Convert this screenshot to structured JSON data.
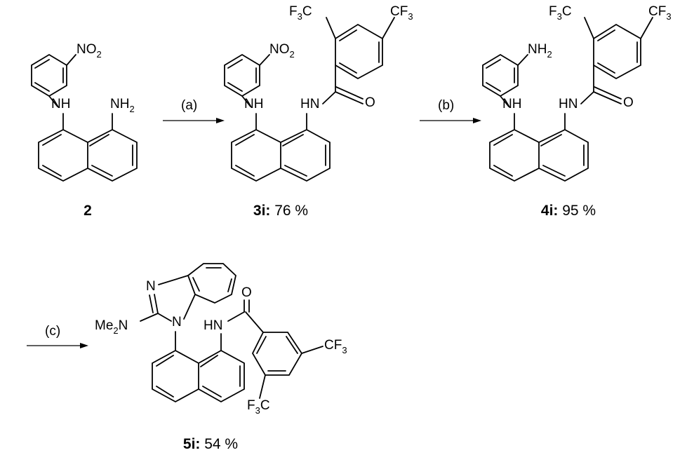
{
  "steps": {
    "a": "(a)",
    "b": "(b)",
    "c": "(c)"
  },
  "compounds": {
    "c2": {
      "id": "2",
      "yield": ""
    },
    "c3i": {
      "id": "3i:",
      "yield": " 76 %"
    },
    "c4i": {
      "id": "4i:",
      "yield": " 95 %"
    },
    "c5i": {
      "id": "5i:",
      "yield": " 54 %"
    }
  },
  "labels": {
    "no2": {
      "main": "NO",
      "sub": "2"
    },
    "nh2": {
      "main": "NH",
      "sub": "2"
    },
    "nh": "NH",
    "hn": "HN",
    "o": "O",
    "n": "N",
    "cf3_right": {
      "main": "CF",
      "sub": "3"
    },
    "cf3_left": {
      "pre": "F",
      "presub": "3",
      "main": "C"
    },
    "me2n": {
      "pre": "Me",
      "presub": "2",
      "main": "N"
    }
  }
}
